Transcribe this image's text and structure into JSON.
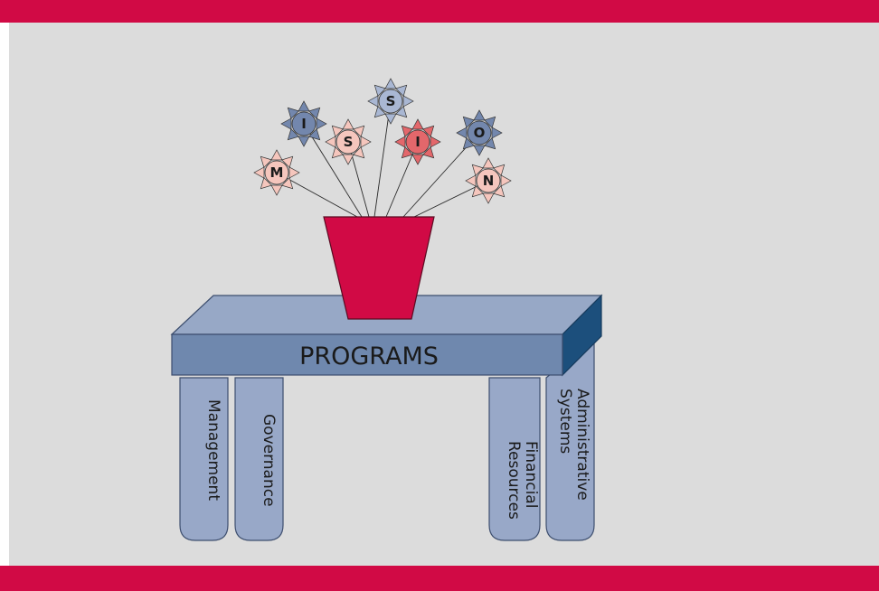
{
  "colors": {
    "frame_accent": "#d10a45",
    "background": "#dcdcdc",
    "vase": "#d10a45",
    "table_top": "#97a8c6",
    "table_front": "#6f88ae",
    "table_side": "#1c4f7c",
    "leg": "#98a8c8",
    "flower_pink": "#f5c6bd",
    "flower_red": "#e3676b",
    "flower_light_blue": "#a9b7d3",
    "flower_blue": "#7387ad"
  },
  "table_label": "PROGRAMS",
  "legs": [
    {
      "lines": [
        "Management"
      ]
    },
    {
      "lines": [
        "Governance"
      ]
    },
    {
      "lines": [
        "Financial",
        "Resources"
      ]
    },
    {
      "lines": [
        "Administrative",
        "Systems"
      ]
    }
  ],
  "flowers": [
    {
      "letter": "M",
      "color": "flower_pink"
    },
    {
      "letter": "I",
      "color": "flower_blue"
    },
    {
      "letter": "S",
      "color": "flower_pink"
    },
    {
      "letter": "S",
      "color": "flower_light_blue"
    },
    {
      "letter": "I",
      "color": "flower_red"
    },
    {
      "letter": "O",
      "color": "flower_blue"
    },
    {
      "letter": "N",
      "color": "flower_pink"
    }
  ]
}
